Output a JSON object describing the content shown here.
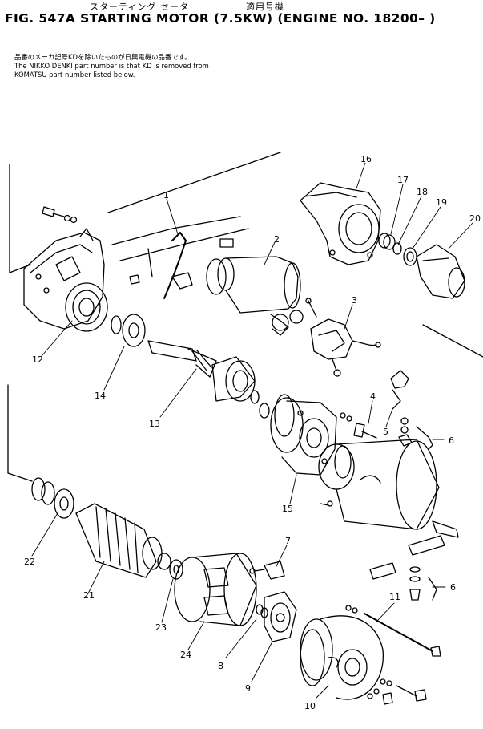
{
  "header": {
    "jp_title": "スターティング セータ",
    "jp_applicable": "適用号機",
    "title": "FIG. 547A   STARTING MOTOR (7.5KW)  (ENGINE NO. 18200– )"
  },
  "note": {
    "jp": "品番のメーカ記号KDを除いたものが日興電機の品番です。",
    "en_line1": "The NIKKO DENKI part number is that KD is removed from",
    "en_line2": "KOMATSU part number listed below."
  },
  "callouts": [
    "1",
    "2",
    "3",
    "4",
    "5",
    "6",
    "6",
    "7",
    "8",
    "9",
    "10",
    "11",
    "12",
    "13",
    "14",
    "15",
    "16",
    "17",
    "18",
    "19",
    "20",
    "21",
    "22",
    "23",
    "24"
  ]
}
